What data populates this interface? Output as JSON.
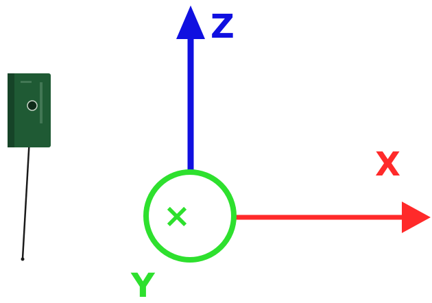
{
  "axes": {
    "z": {
      "label": "Z",
      "color": "#1010e0"
    },
    "x": {
      "label": "X",
      "color": "#ff2a2a"
    },
    "y": {
      "label": "Y",
      "color": "#2ee02e",
      "direction_marker": "×"
    }
  },
  "antenna": {
    "icon": "pcb-antenna-with-cable",
    "board_color": "#1f5a34",
    "cable_color": "#1a1a1a"
  }
}
